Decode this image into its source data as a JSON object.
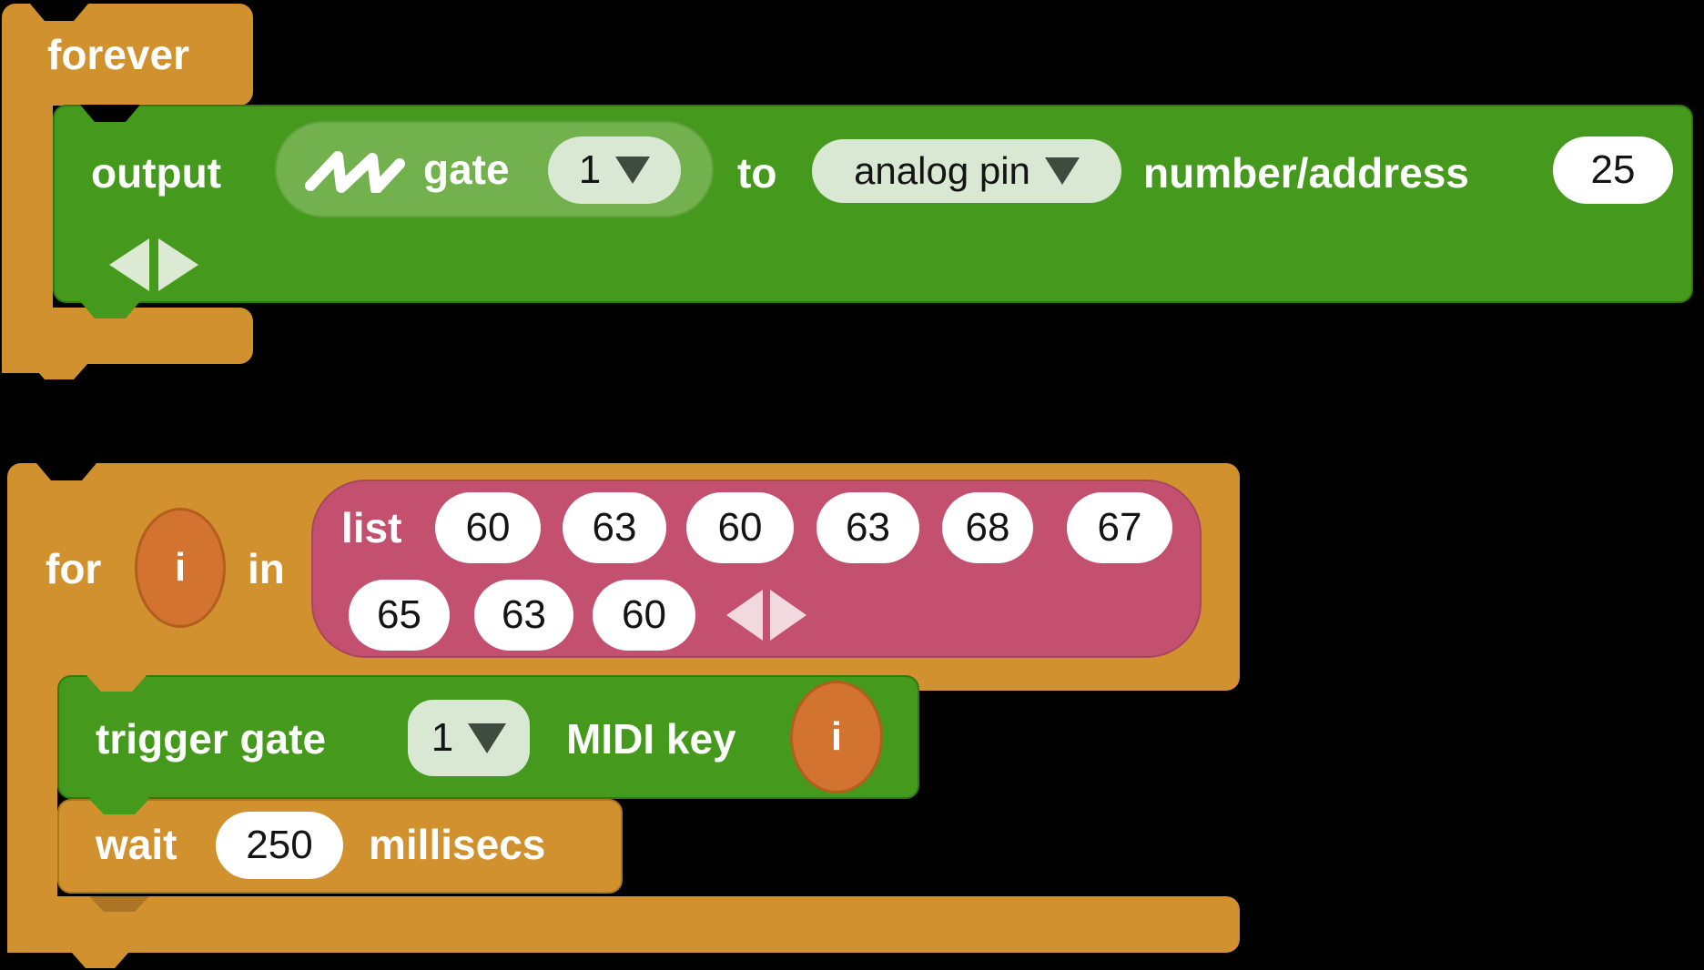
{
  "colors": {
    "canvas_background": "#000000",
    "control_orange": "#d1912e",
    "pins_green": "#459a1e",
    "reporter_light_green": "#72b14e",
    "dropdown_mint": "#d9e8d2",
    "list_pink": "#c45070",
    "variable_orange": "#d2742f",
    "input_white": "#ffffff",
    "expand_arrow_green": "#dcead4",
    "expand_arrow_pink": "#f2d8df"
  },
  "icons": {
    "reporter_icon": "sawtooth-wave-icon",
    "dropdown_icon": "dropdown-arrow-icon",
    "expand_icons": [
      "collapse-arrow-icon",
      "expand-arrow-icon"
    ]
  },
  "s1": {
    "forever_label": "forever",
    "output": {
      "output_label": "output",
      "gate_label": "gate",
      "gate_number": "1",
      "to_label": "to",
      "pin_type": "analog pin",
      "number_address_label": "number/address",
      "pin_number": "25"
    }
  },
  "s2": {
    "for_label": "for",
    "variable": "i",
    "in_label": "in",
    "list": {
      "list_label": "list",
      "items": [
        "60",
        "63",
        "60",
        "63",
        "68",
        "67",
        "65",
        "63",
        "60"
      ]
    },
    "trigger": {
      "trigger_gate_label": "trigger gate",
      "gate_number": "1",
      "midi_key_label": "MIDI key",
      "variable": "i"
    },
    "wait": {
      "wait_label": "wait",
      "duration": "250",
      "millisecs_label": "millisecs"
    }
  }
}
